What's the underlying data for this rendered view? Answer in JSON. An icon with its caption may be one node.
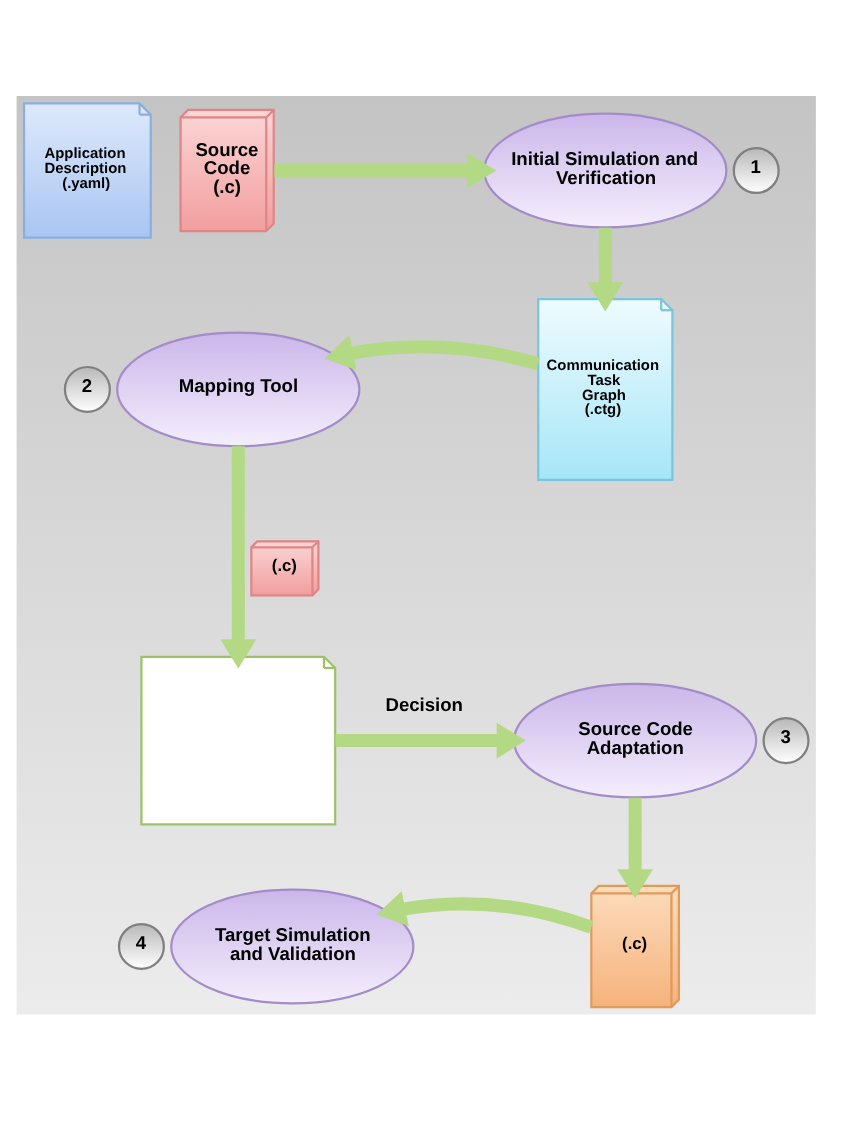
{
  "diagram": {
    "nodes": [
      {
        "text": [
          "Application Description (.yaml)"
        ]
      },
      {
        "text": [
          "Source Code (.c)"
        ]
      },
      {
        "text": [
          "Initial Simulation and Verification"
        ]
      },
      {
        "text": [
          "1"
        ]
      },
      {
        "text": [
          "2"
        ]
      },
      {
        "text": [
          "Mapping Tool"
        ]
      },
      {
        "text": [
          "Communication Task Graph (.ctg)"
        ]
      },
      {
        "text": [],
        "shape": "picture"
      },
      {
        "text": [
          "(.c)"
        ]
      },
      {
        "text": [
          "Source Code Adaptation"
        ]
      },
      {
        "text": [
          "3"
        ]
      },
      {
        "text": [
          "4"
        ]
      },
      {
        "text": [
          "Target Simulation and Validation"
        ]
      },
      {
        "text": [
          "(.c)"
        ]
      }
    ],
    "edges": [
      {
        "from": 1,
        "to": 2,
        "arrow": "to"
      },
      {
        "from": 2,
        "to": 6,
        "arrow": "to"
      },
      {
        "from": 6,
        "to": 5,
        "arrow": "to"
      },
      {
        "from": 5,
        "to": 7,
        "arrow": "to"
      },
      {
        "from": 7,
        "to": 9,
        "label": "Decision",
        "arrow": "to"
      },
      {
        "from": 9,
        "to": 13,
        "arrow": "to"
      },
      {
        "from": 13,
        "to": 12,
        "arrow": "to"
      }
    ]
  }
}
